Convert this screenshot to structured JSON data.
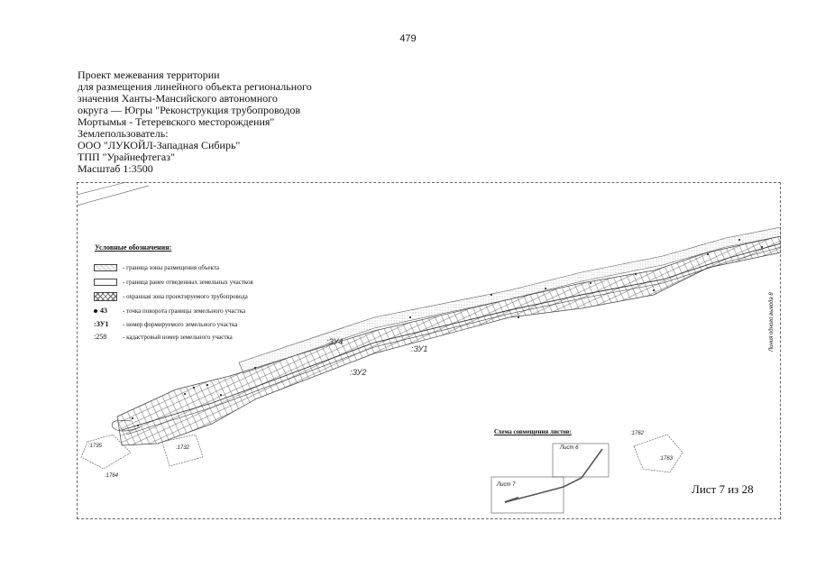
{
  "page_number": "479",
  "header": {
    "lines": [
      "Проект межевания территории",
      "для размещения линейного объекта регионального",
      "значения Ханты-Мансийского автономного",
      "округа — Югры \"Реконструкция трубопроводов",
      "Мортымья - Тетеревского месторождения\"",
      "Землепользователь:",
      "ООО \"ЛУКОЙЛ-Западная Сибирь\"",
      "ТПП \"Урайнефтегаз\"",
      "Масштаб 1:3500"
    ]
  },
  "legend": {
    "title": "Условные обозначения:",
    "items": [
      {
        "symbol": "hatch-light",
        "text": "- граница зоны размещения объекта"
      },
      {
        "symbol": "plain",
        "text": "- граница ранее отведенных земельных участков"
      },
      {
        "symbol": "cross",
        "text": "- охранная зона проектируемого трубопровода"
      },
      {
        "symbol": "dot",
        "symbol_text": "43",
        "text": "- точка поворота границы земельного участка"
      },
      {
        "symbol": "text",
        "symbol_text": ":ЗУ1",
        "text": "- номер формируемого земельного участка"
      },
      {
        "symbol": "text",
        "symbol_text": ":258",
        "text": "- кадастровый номер земельного участка"
      }
    ]
  },
  "map": {
    "parcels": [
      ":ЗУ4",
      ":ЗУ1",
      ":ЗУ2"
    ],
    "cadastral_labels": [
      ":1735",
      ":1764",
      ":1732",
      ":1762",
      ":1763"
    ],
    "vertical_note": "Линия одного вывода 8"
  },
  "scheme": {
    "title": "Схема совмещения листов:",
    "sheet_a": "Лист 6",
    "sheet_b": "Лист 7"
  },
  "sheet_label": "Лист 7 из 28"
}
